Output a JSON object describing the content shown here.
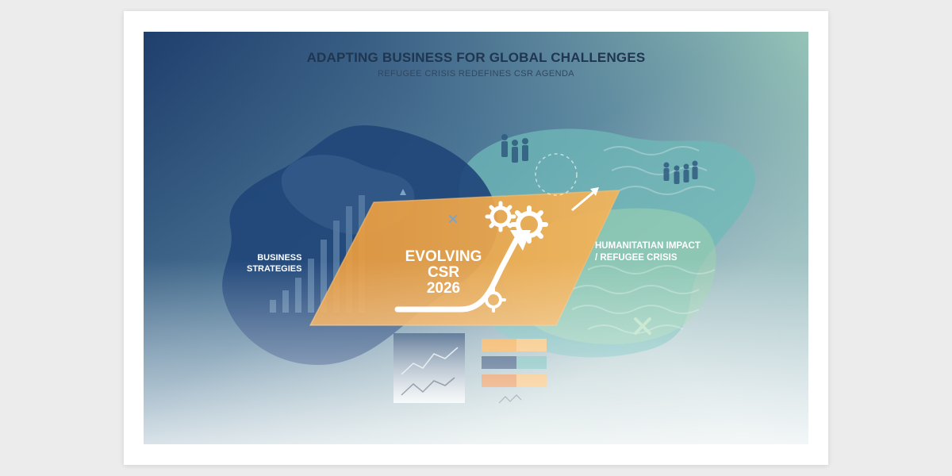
{
  "poster": {
    "title": "ADAPTING BUSINESS FOR GLOBAL CHALLENGES",
    "subtitle": "REFUGEE CRISIS REDEFINES CSR AGENDA"
  },
  "labels": {
    "business_line1": "BUSINESS",
    "business_line2": "STRATEGIES",
    "center_line1": "EVOLVING",
    "center_line2": "CSR",
    "center_line3": "2026",
    "humanitarian_line1": "HUMANITATIAN IMPACT",
    "humanitarian_line2": "/ REFUGEE CRISIS"
  },
  "colors": {
    "background_dark": "#1e3d6b",
    "background_light": "#e8f0ee",
    "blob_navy": "#23487a",
    "blob_teal": "#66b6b8",
    "blob_green": "#8cc4a6",
    "parallelogram_orange": "#f0a23c",
    "accent_orange": "#e07a30"
  },
  "icons": [
    "bar-chart-icon",
    "gear-icon",
    "upward-arrow-icon",
    "people-icon",
    "cross-icon",
    "line-chart-icon",
    "wave-pattern"
  ]
}
